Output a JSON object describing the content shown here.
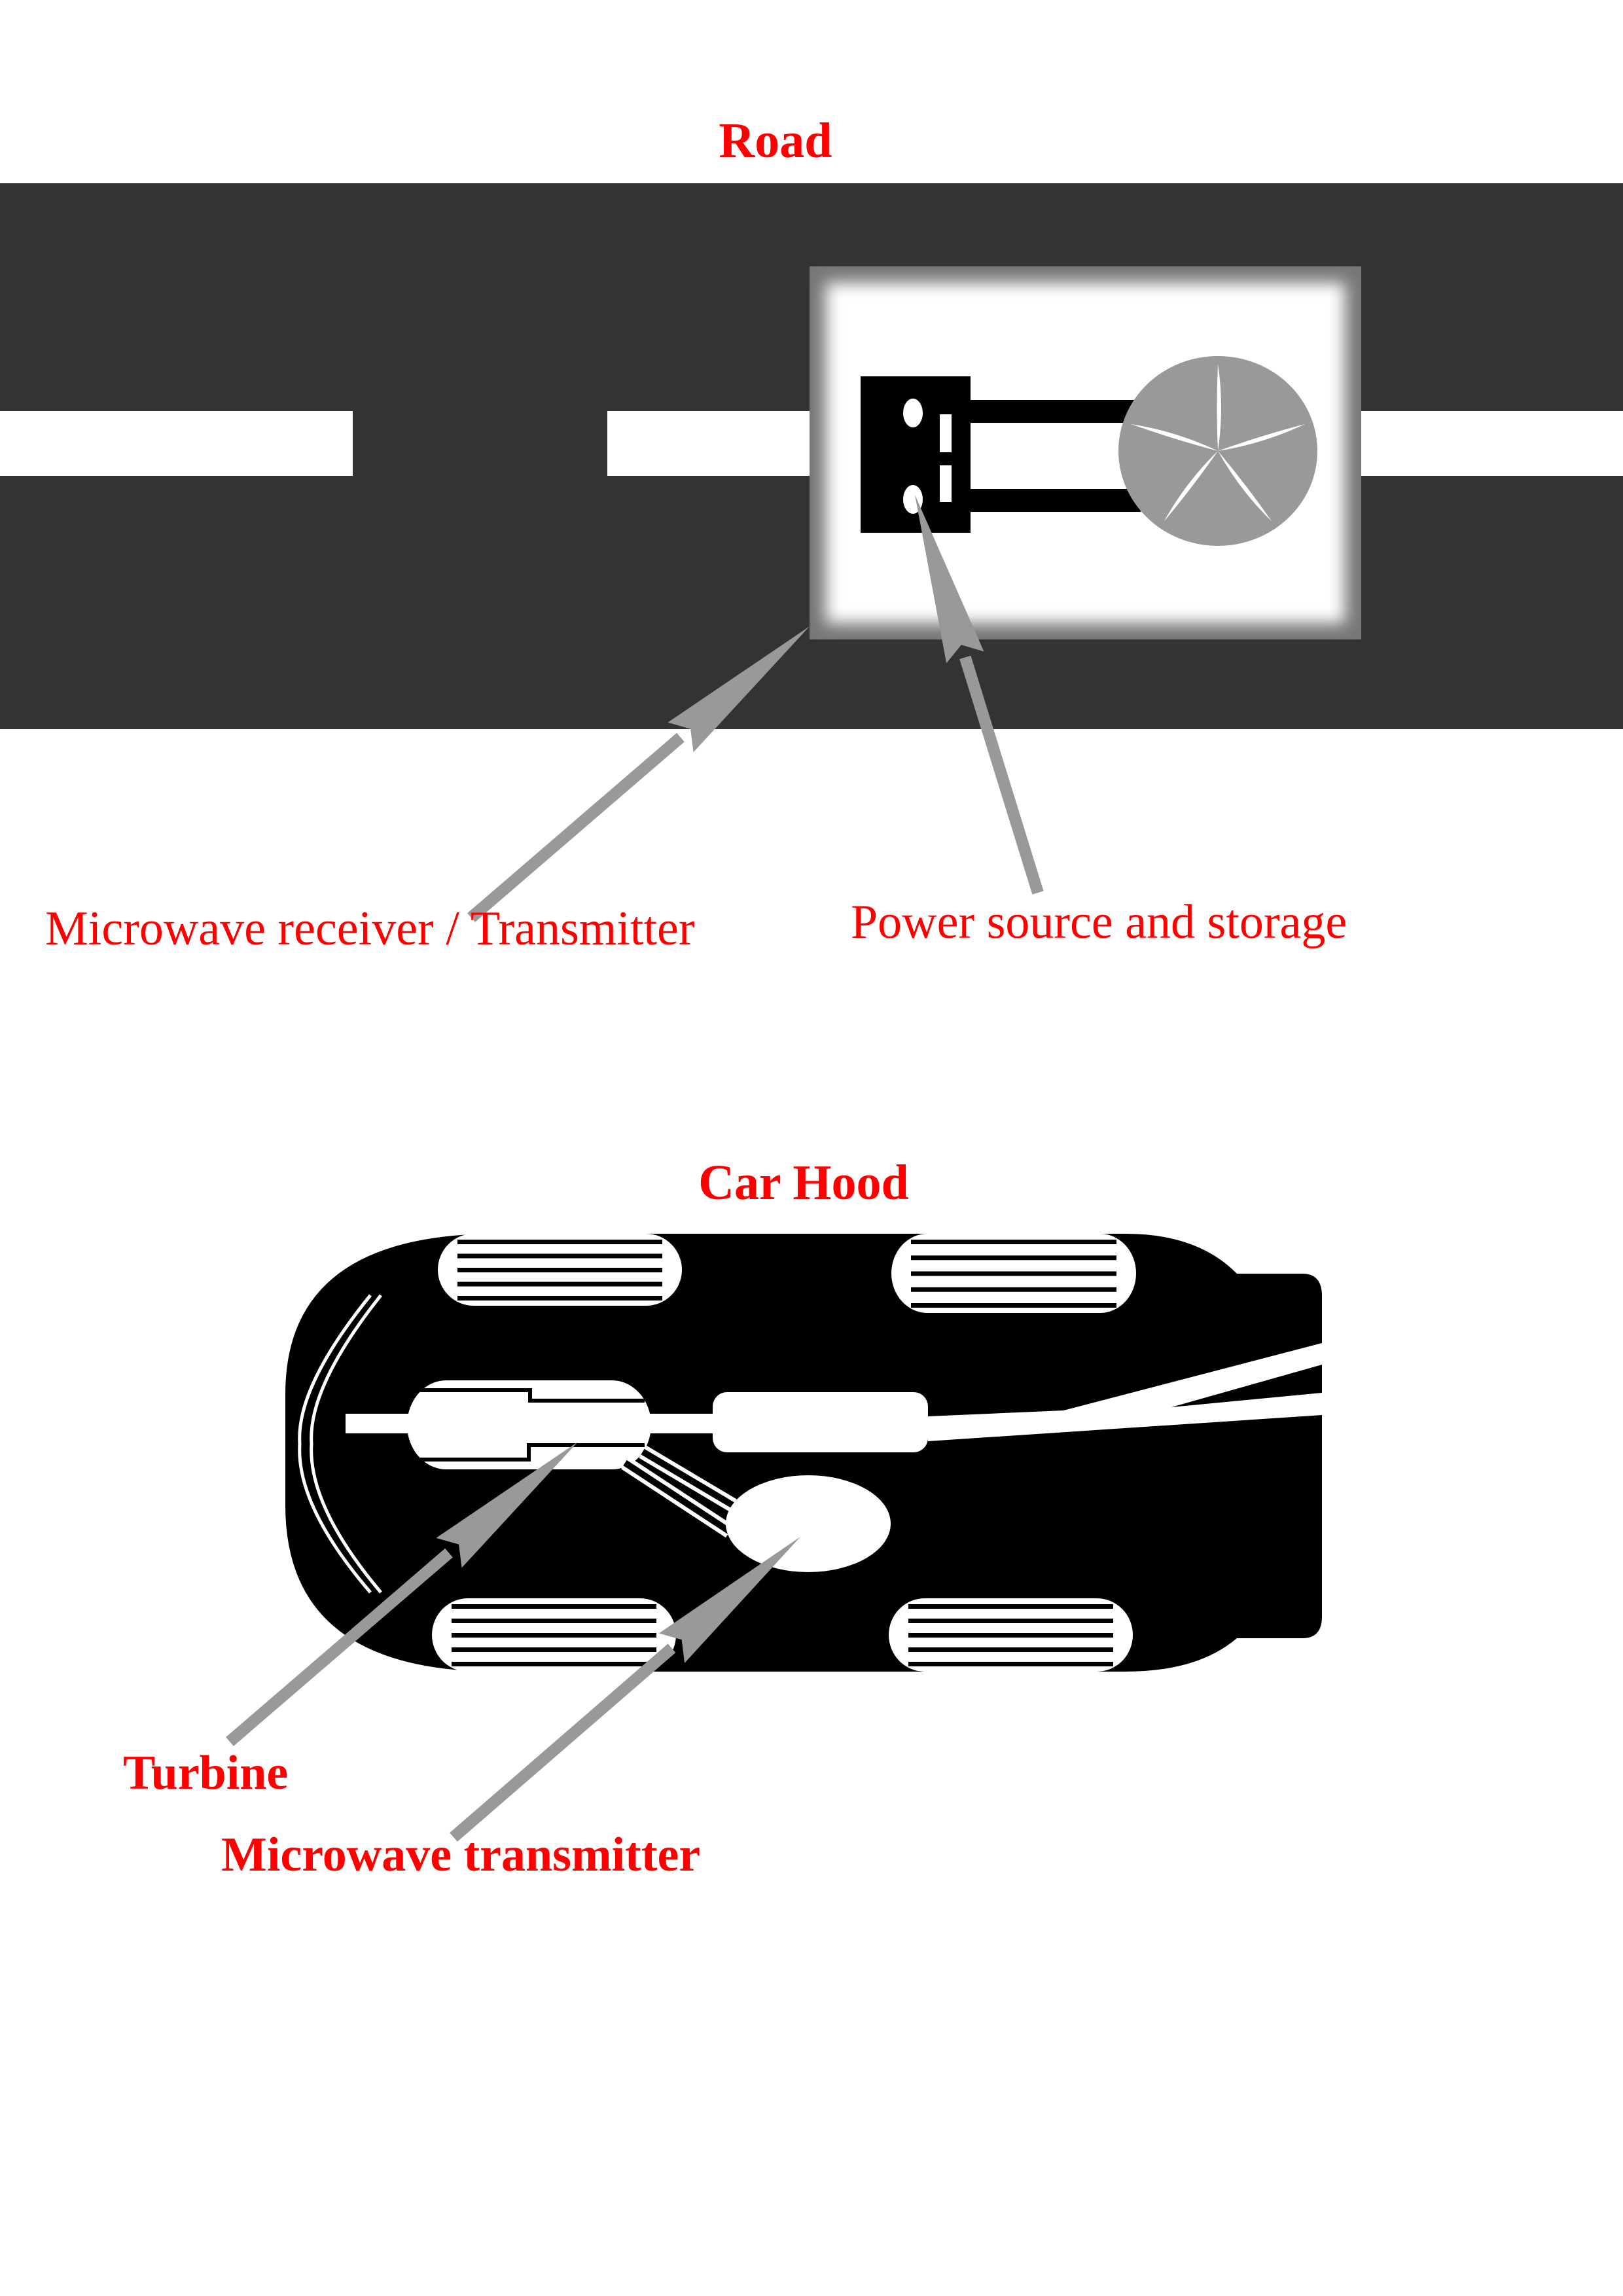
{
  "road_section": {
    "title": "Road",
    "labels": {
      "receiver": "Microwave receiver / Transmitter",
      "power": "Power source and storage"
    }
  },
  "car_section": {
    "title": "Car Hood",
    "labels": {
      "turbine": "Turbine",
      "transmitter": "Microwave transmitter"
    }
  },
  "colors": {
    "road": "#333333",
    "label": "#ff0000",
    "arrow": "#999999",
    "turbine_disc": "#999999"
  }
}
